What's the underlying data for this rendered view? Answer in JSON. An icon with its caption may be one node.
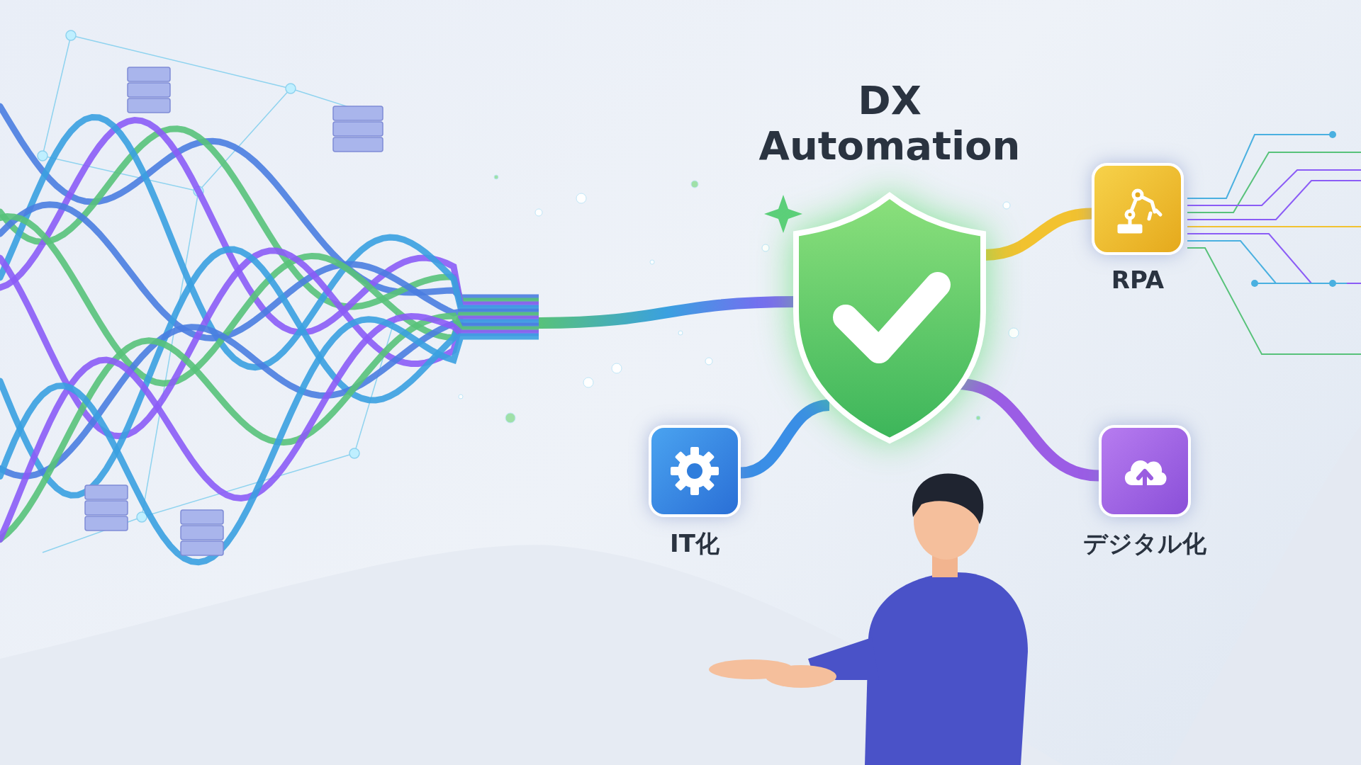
{
  "diagram": {
    "nodes": [
      {
        "text": [
          "DX Automation"
        ]
      },
      {
        "text": [
          "RPA"
        ]
      },
      {
        "text": [
          "IT化"
        ]
      },
      {
        "text": [
          "デジタル化"
        ]
      },
      {
        "text": [],
        "shape": "picture"
      }
    ],
    "edges": [
      {
        "from": 4,
        "to": 0,
        "arrow": "none"
      },
      {
        "from": 0,
        "to": 1,
        "arrow": "none",
        "color": "#f2c230"
      },
      {
        "from": 0,
        "to": 2,
        "arrow": "none",
        "color": "#3a8ee6"
      },
      {
        "from": 0,
        "to": 3,
        "arrow": "none",
        "color": "#9b5de5"
      }
    ]
  }
}
